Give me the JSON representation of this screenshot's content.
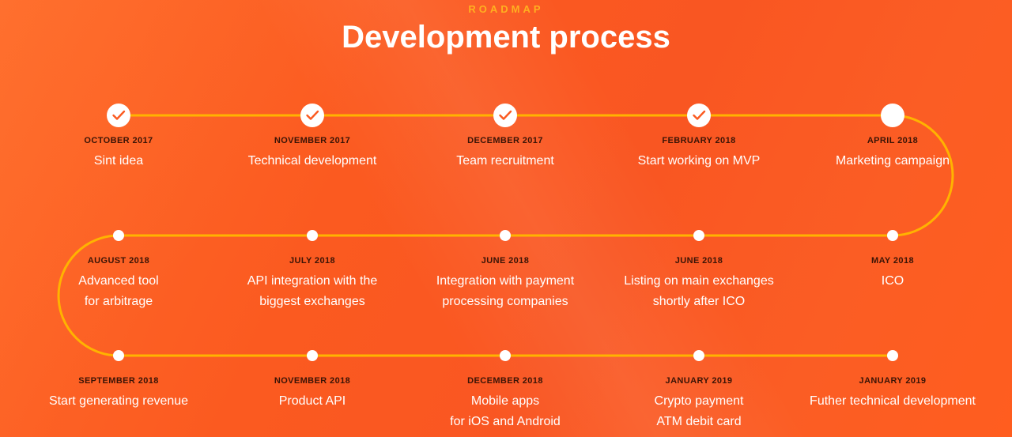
{
  "header": {
    "eyebrow": "ROADMAP",
    "title": "Development process"
  },
  "colors": {
    "background": "#fb5a20",
    "track": "#ffb300",
    "dot": "#ffffff",
    "check": "#fb5a20",
    "date_text": "#3a1406"
  },
  "milestones": [
    {
      "date": "OCTOBER 2017",
      "line1": "Sint idea",
      "line2": "",
      "done": true
    },
    {
      "date": "NOVEMBER 2017",
      "line1": "Technical development",
      "line2": "",
      "done": true
    },
    {
      "date": "DECEMBER 2017",
      "line1": "Team recruitment",
      "line2": "",
      "done": true
    },
    {
      "date": "FEBRUARY 2018",
      "line1": "Start working on MVP",
      "line2": "",
      "done": true
    },
    {
      "date": "APRIL 2018",
      "line1": "Marketing campaign",
      "line2": "",
      "done": false,
      "current": true
    },
    {
      "date": "MAY 2018",
      "line1": "ICO",
      "line2": "",
      "done": false
    },
    {
      "date": "JUNE 2018",
      "line1": "Listing on main exchanges",
      "line2": "shortly after ICO",
      "done": false
    },
    {
      "date": "JUNE 2018",
      "line1": "Integration with payment",
      "line2": "processing companies",
      "done": false
    },
    {
      "date": "JULY 2018",
      "line1": "API integration with the",
      "line2": "biggest exchanges",
      "done": false
    },
    {
      "date": "AUGUST 2018",
      "line1": "Advanced tool",
      "line2": "for arbitrage",
      "done": false
    },
    {
      "date": "SEPTEMBER 2018",
      "line1": "Start generating revenue",
      "line2": "",
      "done": false
    },
    {
      "date": "NOVEMBER 2018",
      "line1": "Product API",
      "line2": "",
      "done": false
    },
    {
      "date": "DECEMBER 2018",
      "line1": "Mobile apps",
      "line2": "for iOS and Android",
      "done": false
    },
    {
      "date": "JANUARY 2019",
      "line1": "Crypto payment",
      "line2": "ATM debit card",
      "done": false
    },
    {
      "date": "JANUARY 2019",
      "line1": "Futher technical development",
      "line2": "",
      "done": false
    }
  ]
}
